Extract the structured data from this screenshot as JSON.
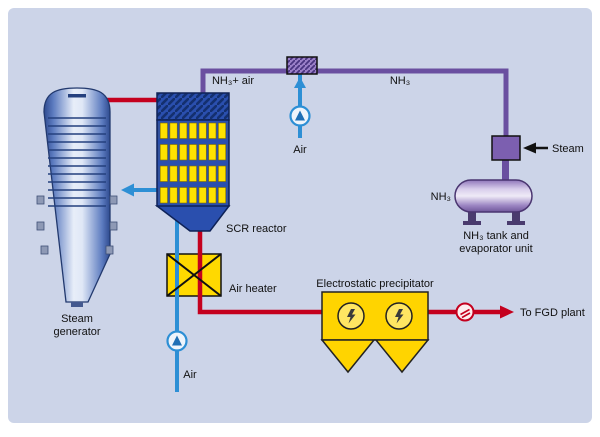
{
  "diagram": {
    "labels": {
      "nh3_plus_air": "NH₃+ air",
      "nh3": "NH₃",
      "air_top": "Air",
      "steam_feed": "Steam",
      "tank_nh3": "NH₃",
      "tank_caption_1": "NH₃ tank and",
      "tank_caption_2": "evaporator unit",
      "scr_reactor": "SCR reactor",
      "air_heater": "Air heater",
      "esp": "Electrostatic precipitator",
      "steam_generator_1": "Steam",
      "steam_generator_2": "generator",
      "air_bottom": "Air",
      "to_fgd_plant": "To FGD plant"
    },
    "colors": {
      "background": "#ccd4e8",
      "flue_gas_line": "#c4001e",
      "ammonia_line": "#6a4fa0",
      "air_line": "#2d8fd5",
      "catalyst_yellow": "#ffe200",
      "esp_yellow": "#ffd400",
      "vessel_blue": "#2a4fae"
    }
  }
}
